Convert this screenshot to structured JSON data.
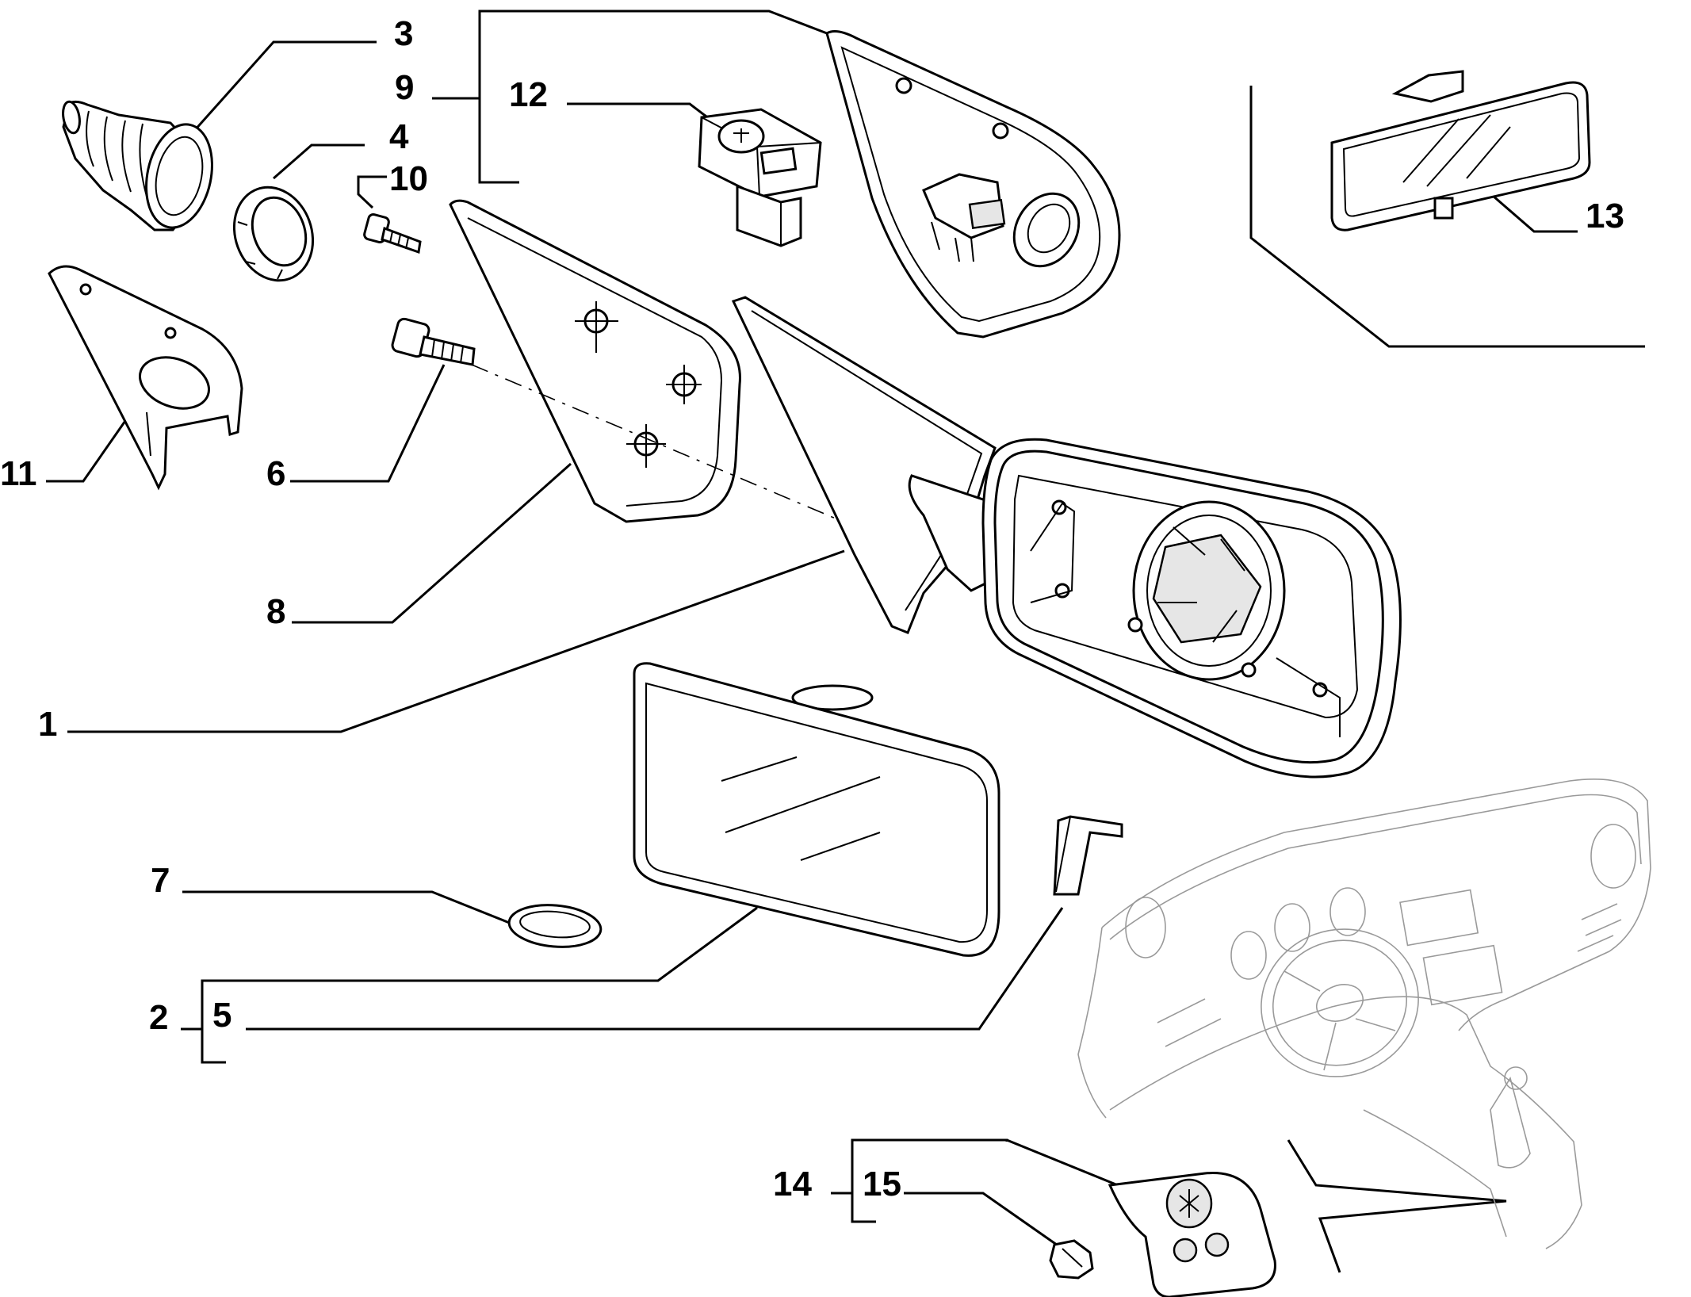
{
  "callouts": [
    {
      "id": "1",
      "text": "1"
    },
    {
      "id": "2",
      "text": "2"
    },
    {
      "id": "3",
      "text": "3"
    },
    {
      "id": "4",
      "text": "4"
    },
    {
      "id": "5",
      "text": "5"
    },
    {
      "id": "6",
      "text": "6"
    },
    {
      "id": "7",
      "text": "7"
    },
    {
      "id": "8",
      "text": "8"
    },
    {
      "id": "9",
      "text": "9"
    },
    {
      "id": "10",
      "text": "10"
    },
    {
      "id": "11",
      "text": "11"
    },
    {
      "id": "12",
      "text": "12"
    },
    {
      "id": "13",
      "text": "13"
    },
    {
      "id": "14",
      "text": "14"
    },
    {
      "id": "15",
      "text": "15"
    }
  ],
  "parts": {
    "p1": "exterior-mirror-housing",
    "p2": "mirror-glass",
    "p3": "rubber-gaiter",
    "p4": "retaining-ring",
    "p5": "clip",
    "p6": "bolt",
    "p7": "grommet",
    "p8": "mounting-plate",
    "p9": "inner-trim-cover",
    "p10": "screw",
    "p11": "bracket",
    "p12": "electric-switch",
    "p13": "interior-rear-view-mirror",
    "p14": "mirror-control-panel",
    "p15": "control-panel-clip"
  }
}
